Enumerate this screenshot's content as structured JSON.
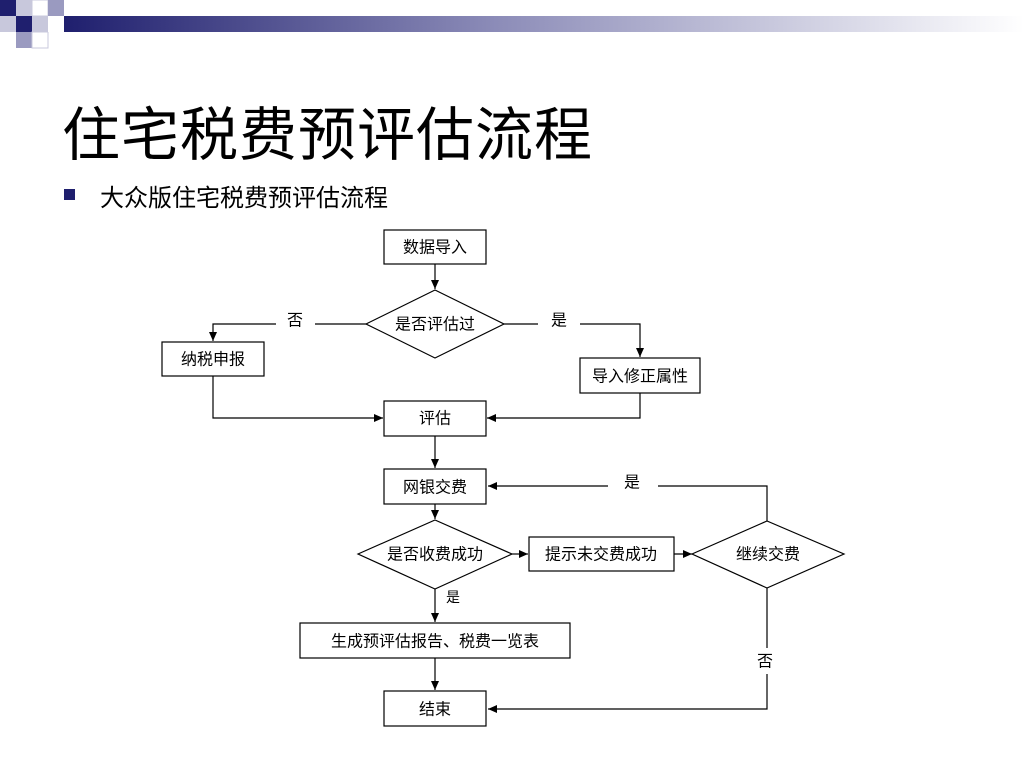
{
  "slide": {
    "title": "住宅税费预评估流程",
    "bullet": "大众版住宅税费预评估流程"
  },
  "flowchart": {
    "nodes": {
      "import_data": "数据导入",
      "assessed_q": "是否评估过",
      "tax_declare": "纳税申报",
      "import_fix": "导入修正属性",
      "assess": "评估",
      "online_pay": "网银交费",
      "paid_q": "是否收费成功",
      "prompt_fail": "提示未交费成功",
      "continue_q": "继续交费",
      "report": "生成预评估报告、税费一览表",
      "end": "结束"
    },
    "edge_labels": {
      "assessed_no": "否",
      "assessed_yes": "是",
      "continue_yes": "是",
      "paid_yes": "是",
      "continue_no": "否"
    }
  },
  "colors": {
    "accent": "#1f1f6e",
    "line": "#000000"
  }
}
